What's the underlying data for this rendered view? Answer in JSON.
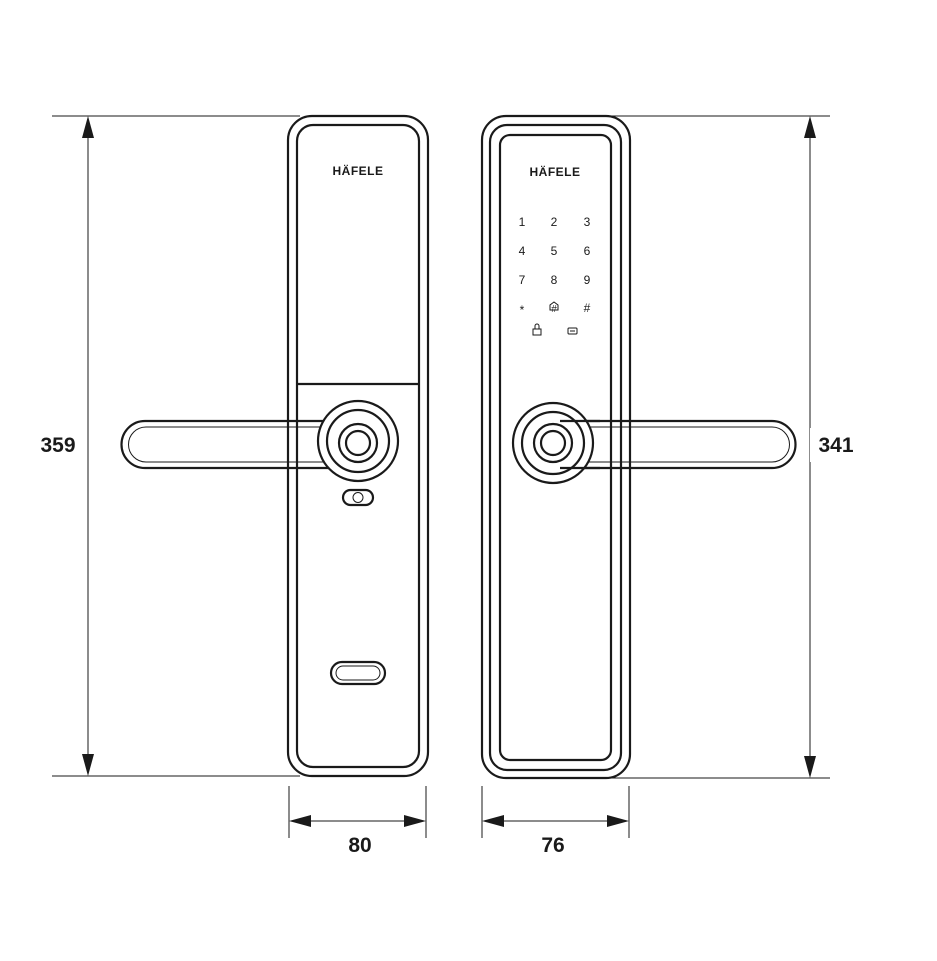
{
  "brand": "HÄFELE",
  "dimensions": {
    "left_height": "359",
    "right_height": "341",
    "left_width": "80",
    "right_width": "76"
  },
  "keypad": {
    "rows": [
      [
        "1",
        "2",
        "3"
      ],
      [
        "4",
        "5",
        "6"
      ],
      [
        "7",
        "8",
        "9"
      ],
      [
        "*",
        "⌂",
        "#"
      ]
    ],
    "function_icons": [
      "lock-icon",
      "card-icon"
    ]
  }
}
